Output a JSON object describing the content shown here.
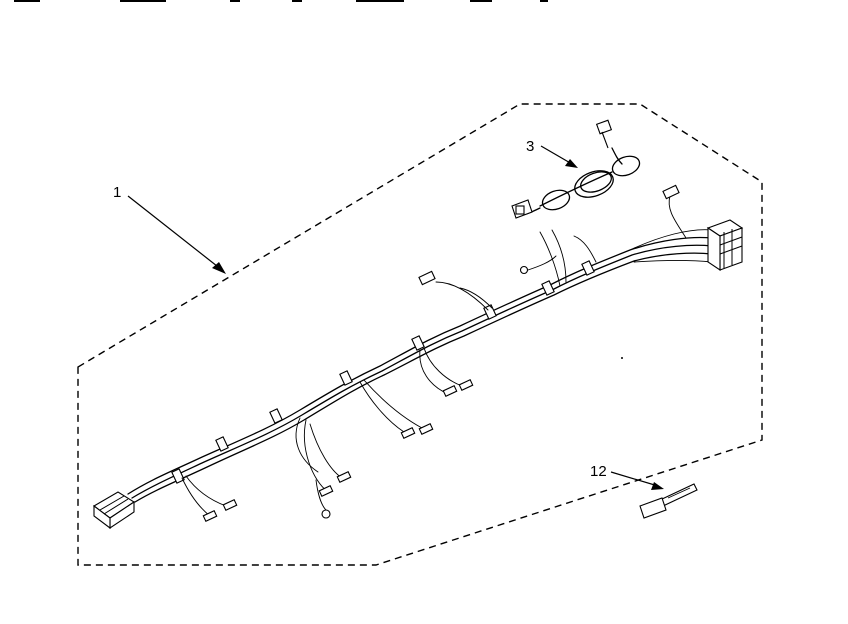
{
  "callouts": {
    "harness": "1",
    "cord": "3",
    "tie": "12"
  }
}
